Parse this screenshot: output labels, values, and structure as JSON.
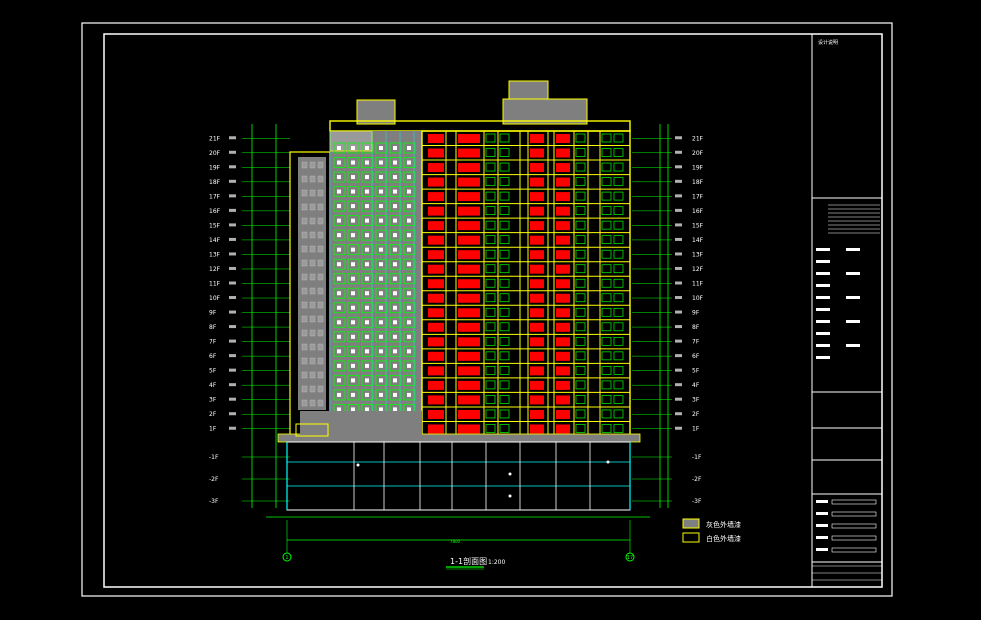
{
  "drawing": {
    "floor_labels_left": [
      "21F",
      "20F",
      "19F",
      "18F",
      "17F",
      "16F",
      "15F",
      "14F",
      "13F",
      "12F",
      "11F",
      "10F",
      "9F",
      "8F",
      "7F",
      "6F",
      "5F",
      "4F",
      "3F",
      "2F",
      "1F"
    ],
    "floor_labels_right": [
      "21F",
      "20F",
      "19F",
      "18F",
      "17F",
      "16F",
      "15F",
      "14F",
      "13F",
      "12F",
      "11F",
      "10F",
      "9F",
      "8F",
      "7F",
      "6F",
      "5F",
      "4F",
      "3F",
      "2F",
      "1F"
    ],
    "basement_labels_left": [
      "-1F",
      "-2F",
      "-3F"
    ],
    "basement_labels_right": [
      "-1F",
      "-2F",
      "-3F"
    ],
    "section_title": "1-1剖面图",
    "section_scale": "1:200",
    "axis_left": "1",
    "axis_right": "17",
    "overall_dim": "7800",
    "legend": [
      {
        "label": "灰色外墙漆",
        "color": "#7f7f7f"
      },
      {
        "label": "白色外墙漆",
        "color": "#000000"
      }
    ]
  },
  "colors": {
    "frame": "#ffffff",
    "structure": "#ffff00",
    "windows": "#00ff00",
    "balcony": "#ff0000",
    "grid": "#00ffff",
    "wall": "#7f7f7f",
    "dim": "#00ff00"
  },
  "title_block": {
    "header": "设计说明"
  }
}
